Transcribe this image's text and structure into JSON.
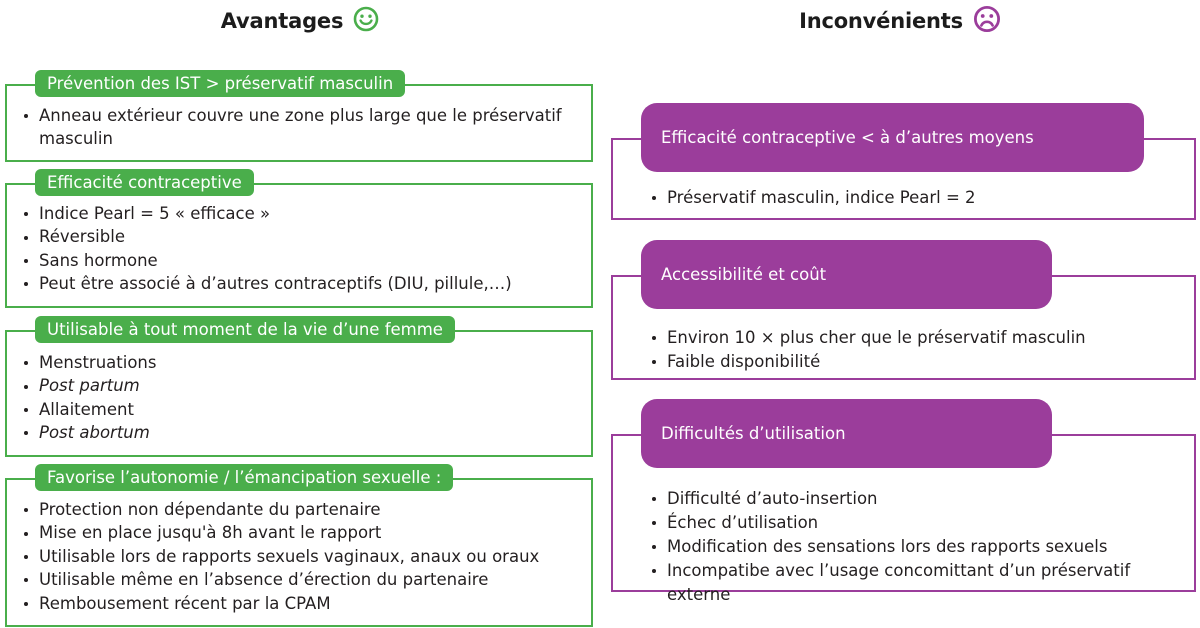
{
  "columns": {
    "left": {
      "title": "Avantages",
      "icon": "smiley-happy-icon",
      "color": "#4aae4b",
      "panels": [
        {
          "heading": "Prévention des IST > préservatif masculin",
          "items": [
            {
              "text": "Anneau extérieur couvre une zone plus large que le préservatif masculin",
              "italic": false
            }
          ]
        },
        {
          "heading": "Efficacité contraceptive",
          "items": [
            {
              "text": "Indice Pearl = 5 « efficace »",
              "italic": false
            },
            {
              "text": "Réversible",
              "italic": false
            },
            {
              "text": "Sans hormone",
              "italic": false
            },
            {
              "text": "Peut être associé à d’autres contraceptifs (DIU, pillule,…)",
              "italic": false
            }
          ]
        },
        {
          "heading": "Utilisable à tout moment de la vie d’une femme",
          "items": [
            {
              "text": "Menstruations",
              "italic": false
            },
            {
              "text": "Post partum",
              "italic": true
            },
            {
              "text": "Allaitement",
              "italic": false
            },
            {
              "text": "Post abortum",
              "italic": true
            }
          ]
        },
        {
          "heading": "Favorise l’autonomie / l’émancipation sexuelle :",
          "items": [
            {
              "text": "Protection non dépendante du partenaire",
              "italic": false
            },
            {
              "text": "Mise en place jusqu'à 8h avant le rapport",
              "italic": false
            },
            {
              "text": "Utilisable lors de rapports sexuels vaginaux, anaux ou oraux",
              "italic": false
            },
            {
              "text": "Utilisable même en l’absence d’érection du partenaire",
              "italic": false
            },
            {
              "text": "Rembousement récent par la CPAM",
              "italic": false
            }
          ]
        }
      ]
    },
    "right": {
      "title": "Inconvénients",
      "icon": "smiley-sad-icon",
      "color": "#9b3d9b",
      "panels": [
        {
          "heading": "Efficacité contraceptive < à d’autres moyens",
          "items": [
            {
              "text": "Préservatif masculin, indice Pearl = 2",
              "italic": false
            }
          ]
        },
        {
          "heading": "Accessibilité et coût",
          "items": [
            {
              "text": "Environ 10 × plus cher que le préservatif masculin",
              "italic": false
            },
            {
              "text": "Faible disponibilité",
              "italic": false
            }
          ]
        },
        {
          "heading": "Difficultés d’utilisation",
          "items": [
            {
              "text": "Difficulté d’auto-insertion",
              "italic": false
            },
            {
              "text": "Échec d’utilisation",
              "italic": false
            },
            {
              "text": "Modification des sensations lors des rapports sexuels",
              "italic": false
            },
            {
              "text": "Incompatibe avec l’usage concomittant d’un préservatif externe",
              "italic": false
            }
          ]
        }
      ]
    }
  }
}
